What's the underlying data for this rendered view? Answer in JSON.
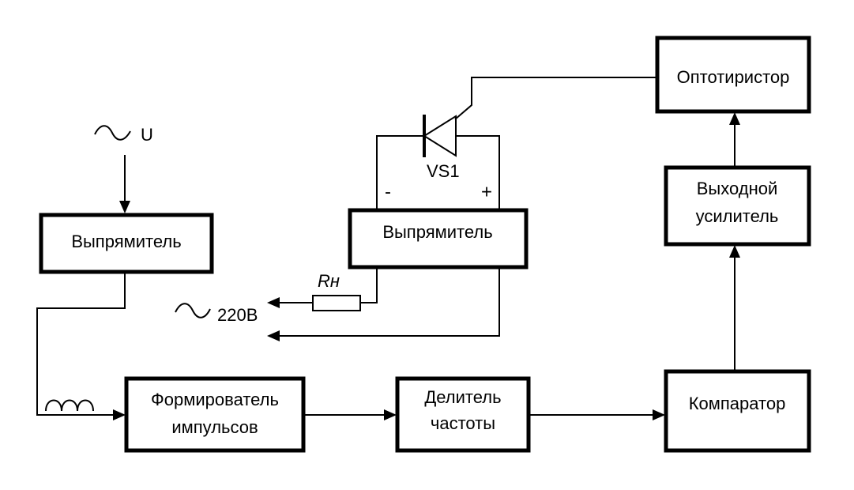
{
  "blocks": {
    "rectifier_main": {
      "label": "Выпрямитель"
    },
    "rectifier_secondary": {
      "label": "Выпрямитель"
    },
    "pulse_former": {
      "lines": [
        "Формирователь",
        "импульсов"
      ]
    },
    "freq_divider": {
      "lines": [
        "Делитель",
        "частоты"
      ]
    },
    "comparator": {
      "label": "Компаратор"
    },
    "output_amp": {
      "lines": [
        "Выходной",
        "усилитель"
      ]
    },
    "optothyristor": {
      "label": "Оптотиристор"
    }
  },
  "labels": {
    "input_voltage": "U",
    "mains_voltage": "220В",
    "thyristor": "VS1",
    "load_resistor": "Rн",
    "terminal_minus": "-",
    "terminal_plus": "+"
  }
}
